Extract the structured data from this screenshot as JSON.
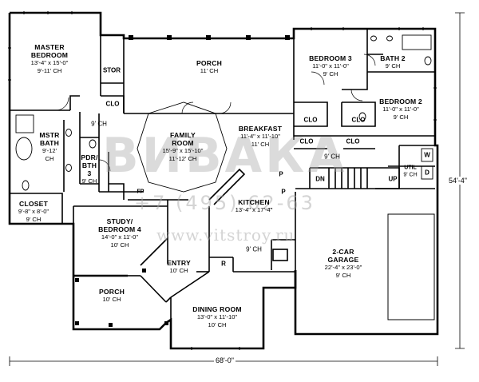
{
  "rooms": {
    "master_bedroom": {
      "name": "MASTER\nBEDROOM",
      "dims": "13'-4\" x 15'-0\"",
      "ceiling": "9'-11' CH"
    },
    "porch_rear": {
      "name": "PORCH",
      "ceiling": "11' CH"
    },
    "bedroom3": {
      "name": "BEDROOM 3",
      "dims": "11'-0\" x 11'-0\"",
      "ceiling": "9' CH"
    },
    "bath2": {
      "name": "BATH 2",
      "ceiling": "9' CH"
    },
    "bedroom2": {
      "name": "BEDROOM 2",
      "dims": "11'-0\" x 11'-0\"",
      "ceiling": "9' CH"
    },
    "mstr_bath": {
      "name": "MSTR\nBATH",
      "ceiling": "9'-12'\nCH"
    },
    "pdr_bth": {
      "name": "PDR/\nBTH\n3",
      "ceiling": "9' CH"
    },
    "family_room": {
      "name": "FAMILY\nROOM",
      "dims": "15'-9\" x 15'-10\"",
      "ceiling": "11'-12' CH"
    },
    "breakfast": {
      "name": "BREAKFAST",
      "dims": "11'-4\" x 11'-10\"",
      "ceiling": "11' CH"
    },
    "closet": {
      "name": "CLOSET",
      "dims": "9'-8\" x 8'-0\"",
      "ceiling": "9' CH"
    },
    "kitchen": {
      "name": "KITCHEN",
      "dims": "13'-4\" x 17'-4\"",
      "ceiling": "9' CH"
    },
    "study": {
      "name": "STUDY/\nBEDROOM 4",
      "dims": "14'-0\" x 11'-0\"",
      "ceiling": "10' CH"
    },
    "garage": {
      "name": "2-CAR\nGARAGE",
      "dims": "22'-4\" x 23'-0\"",
      "ceiling": "9' CH"
    },
    "entry": {
      "name": "ENTRY",
      "ceiling": "10' CH"
    },
    "porch_front": {
      "name": "PORCH",
      "ceiling": "10' CH"
    },
    "dining": {
      "name": "DINING ROOM",
      "dims": "13'-0\" x 11'-10\"",
      "ceiling": "10' CH"
    }
  },
  "small_labels": {
    "stor": "STOR",
    "clo_hall": "CLO",
    "hall_ch": "9' CH",
    "clo_b3": "CLO",
    "clo_b2": "CLO",
    "clo_lower_a": "CLO",
    "clo_lower_b": "CLO",
    "hall2_ch": "9' CH",
    "w": "W",
    "d": "D",
    "util": "UTIL",
    "util_ch": "9' CH",
    "dn": "DN",
    "up": "UP",
    "p_pantry": "P",
    "p_fp": "FP",
    "r": "R",
    "p_garage": "P"
  },
  "dimensions": {
    "width": "68'-0\"",
    "depth": "54'-4\""
  },
  "watermark": {
    "logo": "ВИВАКА",
    "phone": "+7 (495)   62-63",
    "url": "www.vitstroy.ru"
  },
  "colors": {
    "wall": "#000000",
    "watermark": "#aaaaaa"
  }
}
